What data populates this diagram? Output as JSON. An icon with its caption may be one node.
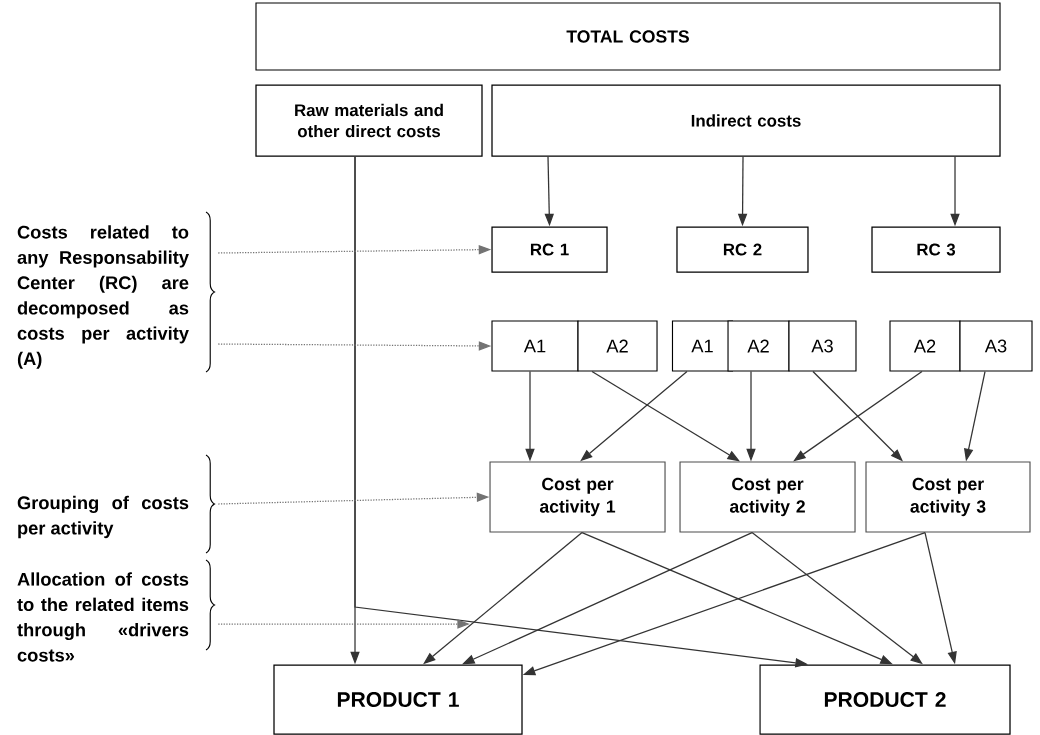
{
  "diagram": {
    "nodes": [
      {
        "text": [
          "TOTAL COSTS"
        ]
      },
      {
        "text": [
          "Raw materials and other direct costs"
        ]
      },
      {
        "text": [
          "Indirect costs"
        ]
      },
      {
        "text": [
          "RC 1"
        ]
      },
      {
        "text": [
          "RC 2"
        ]
      },
      {
        "text": [
          "RC 3"
        ]
      },
      {
        "text": [
          "A1"
        ]
      },
      {
        "text": [
          "A2"
        ]
      },
      {
        "text": [
          "A1"
        ]
      },
      {
        "text": [
          "A2"
        ]
      },
      {
        "text": [
          "A3"
        ]
      },
      {
        "text": [
          "A2"
        ]
      },
      {
        "text": [
          "A3"
        ]
      },
      {
        "text": [
          "Cost per activity 1"
        ]
      },
      {
        "text": [
          "Cost per activity 2"
        ]
      },
      {
        "text": [
          "Cost per activity 3"
        ]
      },
      {
        "text": [
          "PRODUCT 1"
        ]
      },
      {
        "text": [
          "PRODUCT 2"
        ]
      },
      {
        "text": [
          "Costs related to any Responsability Center (RC) are decomposed as costs per activity (A)"
        ]
      },
      {
        "text": [
          "Grouping of costs per activity"
        ]
      },
      {
        "text": [
          "Allocation of costs to the related items through «drivers costs»"
        ]
      }
    ],
    "edges": [
      {
        "from": 2,
        "to": 3,
        "arrow": "to"
      },
      {
        "from": 2,
        "to": 4,
        "arrow": "to"
      },
      {
        "from": 2,
        "to": 5,
        "arrow": "to"
      },
      {
        "from": 6,
        "to": 13,
        "arrow": "to"
      },
      {
        "from": 7,
        "to": 14,
        "arrow": "to"
      },
      {
        "from": 8,
        "to": 13,
        "arrow": "to"
      },
      {
        "from": 9,
        "to": 14,
        "arrow": "to"
      },
      {
        "from": 10,
        "to": 15,
        "arrow": "to"
      },
      {
        "from": 11,
        "to": 14,
        "arrow": "to"
      },
      {
        "from": 12,
        "to": 15,
        "arrow": "to"
      },
      {
        "from": 13,
        "to": 16,
        "arrow": "to"
      },
      {
        "from": 13,
        "to": 17,
        "arrow": "to"
      },
      {
        "from": 14,
        "to": 16,
        "arrow": "to"
      },
      {
        "from": 14,
        "to": 17,
        "arrow": "to"
      },
      {
        "from": 15,
        "to": 16,
        "arrow": "to"
      },
      {
        "from": 15,
        "to": 17,
        "arrow": "to"
      },
      {
        "from": 1,
        "to": 16,
        "arrow": "to"
      },
      {
        "from": 1,
        "to": 17,
        "arrow": "to"
      },
      {
        "from": 18,
        "to": 3,
        "arrow": "to",
        "style": "dashed"
      },
      {
        "from": 18,
        "to": 6,
        "arrow": "to",
        "style": "dashed"
      },
      {
        "from": 19,
        "to": 13,
        "arrow": "to",
        "style": "dashed"
      },
      {
        "from": 20,
        "to": null,
        "arrow": "to",
        "style": "dashed"
      }
    ]
  }
}
